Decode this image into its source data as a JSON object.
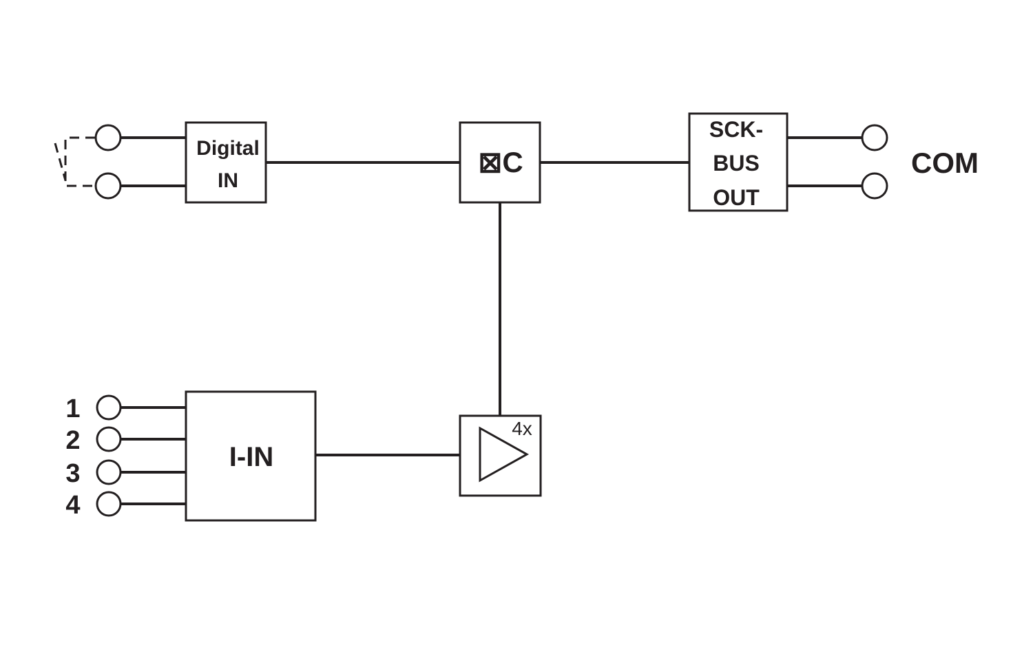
{
  "blocks": {
    "digital_in": {
      "line1": "Digital",
      "line2": "IN"
    },
    "uc": {
      "label": "⊠C"
    },
    "sck_bus_out": {
      "line1": "SCK-",
      "line2": "BUS",
      "line3": "OUT"
    },
    "i_in": {
      "label": "I-IN"
    },
    "amplifier": {
      "gain": "4x"
    }
  },
  "labels": {
    "com": "COM",
    "inputs": [
      "1",
      "2",
      "3",
      "4"
    ]
  }
}
